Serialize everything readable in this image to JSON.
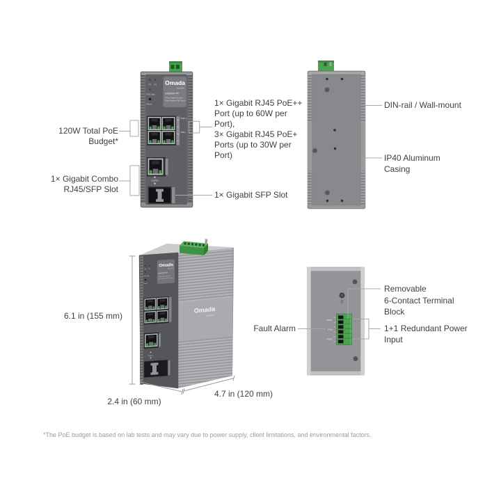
{
  "callouts": {
    "poe_budget": "120W Total PoE\nBudget*",
    "combo_slot": "1× Gigabit Combo\nRJ45/SFP Slot",
    "poe_ports": "1× Gigabit RJ45 PoE++\nPort (up to 60W per\nPort),\n3× Gigabit RJ45 PoE+\nPorts (up to 30W per\nPort)",
    "sfp_slot": "1× Gigabit SFP Slot",
    "din_rail": "DIN-rail / Wall-mount",
    "ip40": "IP40 Aluminum\nCasing",
    "terminal_block": "Removable\n6-Contact Terminal\nBlock",
    "fault_alarm": "Fault Alarm",
    "redundant_power": "1+1 Redundant Power\nInput"
  },
  "dimensions": {
    "height": "6.1 in (155 mm)",
    "depth": "2.4 in (60 mm)",
    "width": "4.7 in (120 mm)"
  },
  "device": {
    "brand": "Omada",
    "brand_sub": "by tp-link",
    "model": "ES205GP-PP",
    "desc_line1": "4-Port Gigabit Industrial",
    "desc_line2": "Easy Managed PoE Switch",
    "led_p1": "P1",
    "led_p2": "P2",
    "led_poe_max": "PoE Max",
    "reset": "Reset",
    "port_poe_pp": "PoE++",
    "port_poe_p": "PoE+",
    "port_combo": "Combo",
    "pin_pwr1": "PWR1",
    "pin_fault": "Fault",
    "pin_pwr2": "PWR2"
  },
  "footnote": "*The PoE budget is based on lab tests and may vary due to power supply, client limitations, and environmental factors.",
  "colors": {
    "accent_green": "#4BA24F",
    "green_dark": "#2F7D34",
    "body_gray": "#6A6B6E",
    "back_gray": "#8B8C8F",
    "label_text": "#3E3F41",
    "callout_line": "#A8A8A8",
    "footnote_gray": "#9C9C9C"
  }
}
